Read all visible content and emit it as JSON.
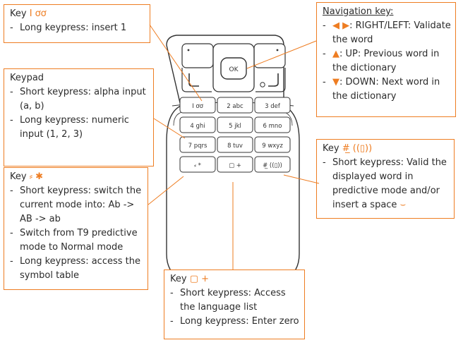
{
  "boxes": {
    "key_1": {
      "title_prefix": "Key",
      "title_symbol": "I ơơ",
      "lines": [
        "Long keypress: insert 1"
      ]
    },
    "keypad": {
      "title": "Keypad",
      "lines": [
        "Short keypress: alpha input (a, b)",
        "Long keypress: numeric input (1, 2, 3)"
      ]
    },
    "key_star": {
      "title_prefix": "Key",
      "title_symbol": "⸗ ✱",
      "lines": [
        "Short keypress: switch the current mode into: Ab -> AB -> ab",
        "Switch from T9 predictive mode to Normal mode",
        "Long keypress: access the symbol table"
      ]
    },
    "navigation": {
      "title": "Navigation key:",
      "items": [
        {
          "symbol": "◀ ▶",
          "text": ": RIGHT/LEFT: Validate the word"
        },
        {
          "symbol": "▲",
          "text": ": UP: Previous word in the dictionary"
        },
        {
          "symbol": "▼",
          "text": ": DOWN: Next word in the dictionary"
        }
      ]
    },
    "key_hash": {
      "title_prefix": "Key",
      "title_symbol": "#̲ ((▯))",
      "lines": [
        "Short keypress: Valid the displayed word in predictive mode and/or insert a space"
      ],
      "space_symbol": "⌣"
    },
    "key_zero": {
      "title_prefix": "Key",
      "title_symbol": "▢ +",
      "lines": [
        "Short keypress: Access the language list",
        "Long keypress: Enter zero"
      ]
    }
  },
  "phone": {
    "ok_label": "OK",
    "keys": [
      {
        "digit": "I",
        "letters": "ơơ"
      },
      {
        "digit": "2",
        "letters": "abc"
      },
      {
        "digit": "3",
        "letters": "def"
      },
      {
        "digit": "4",
        "letters": "ghi"
      },
      {
        "digit": "5",
        "letters": "jkl"
      },
      {
        "digit": "6",
        "letters": "mno"
      },
      {
        "digit": "7",
        "letters": "pqrs"
      },
      {
        "digit": "8",
        "letters": "tuv"
      },
      {
        "digit": "9",
        "letters": "wxyz"
      },
      {
        "digit": "⸗",
        "letters": "*"
      },
      {
        "digit": "▢",
        "letters": "+"
      },
      {
        "digit": "#̲",
        "letters": "((▯))"
      }
    ]
  },
  "colors": {
    "accent": "#ee7d22",
    "text": "#2b2b2b",
    "outline": "#333333"
  }
}
